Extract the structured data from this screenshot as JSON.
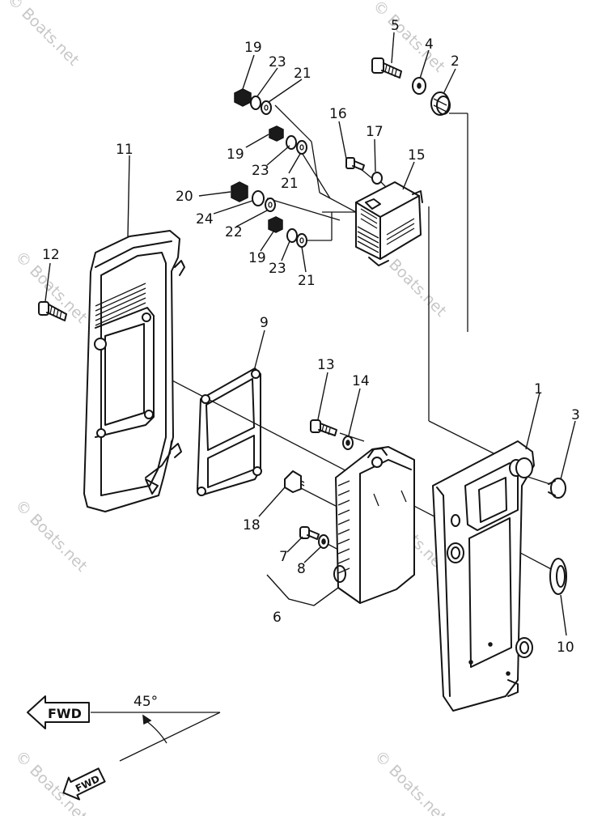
{
  "watermark_text": "© Boats.net",
  "callouts": [
    "1",
    "2",
    "3",
    "4",
    "5",
    "6",
    "7",
    "8",
    "9",
    "10",
    "11",
    "12",
    "13",
    "14",
    "15",
    "16",
    "17",
    "18",
    "19",
    "19",
    "19",
    "20",
    "21",
    "21",
    "21",
    "22",
    "23",
    "23",
    "23",
    "24"
  ],
  "direction_indicator": {
    "arrow_label": "FWD",
    "angle_label": "45°",
    "small_arrow_label": "FWD"
  }
}
